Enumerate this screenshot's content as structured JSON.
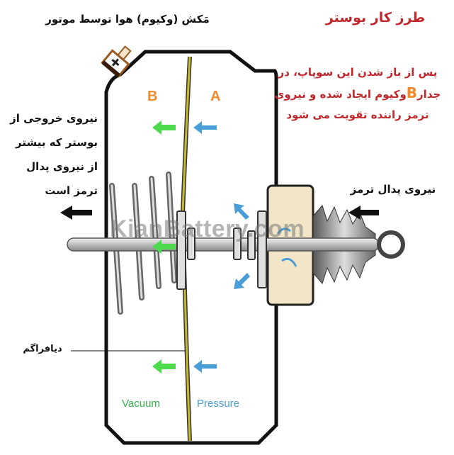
{
  "title": "طرز کار بوستر",
  "description": {
    "line1": "پس از باز شدن این سوپاپ، در",
    "line2_pre": "جدار",
    "line2_letter": "B",
    "line2_post": "وکیوم ایجاد شده و نیروی",
    "line3": "ترمز راننده تقویت می شود"
  },
  "vacuum_label": "مَکش (وکیوم) هوا توسط موتور",
  "output_force_label": "نیروی خروجی از بوستر که بیشتر از نیروی پدال ترمز است",
  "pedal_force_label": "نیروی پدال ترمز",
  "diaphragm_label": "دیافراگم",
  "chamber_b": "B",
  "chamber_a": "A",
  "vacuum_side": "Vacuum",
  "pressure_side": "Pressure",
  "watermark": "KianBattery.com",
  "colors": {
    "title": "#c0282d",
    "vacuum": "#2fb34a",
    "pressure": "#4a9ed8",
    "chamber": "#f08a2a",
    "diaphragm": "#c8b830"
  }
}
